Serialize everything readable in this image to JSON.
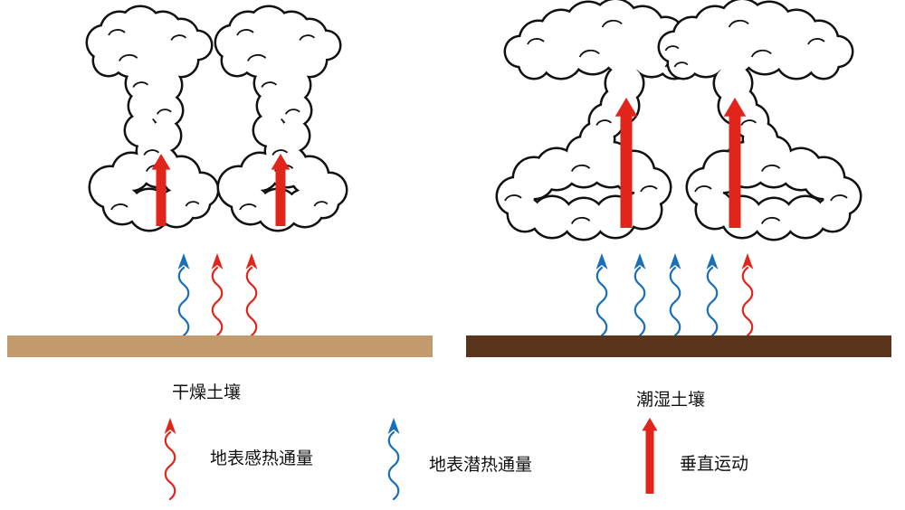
{
  "panels": {
    "dry": {
      "title": "干燥土壤",
      "soil_color": "#C39A6B"
    },
    "wet": {
      "title": "潮湿土壤",
      "soil_color": "#5A351B"
    }
  },
  "legend": {
    "sensible": "地表感热通量",
    "latent": "地表潜热通量",
    "vertical": "垂直运动"
  },
  "colors": {
    "sensible_arrow": "#E1251B",
    "latent_arrow": "#1A6FB8",
    "vertical_arrow": "#E1251B",
    "cloud_fill": "#FFFFFF",
    "cloud_outline": "#111111"
  }
}
